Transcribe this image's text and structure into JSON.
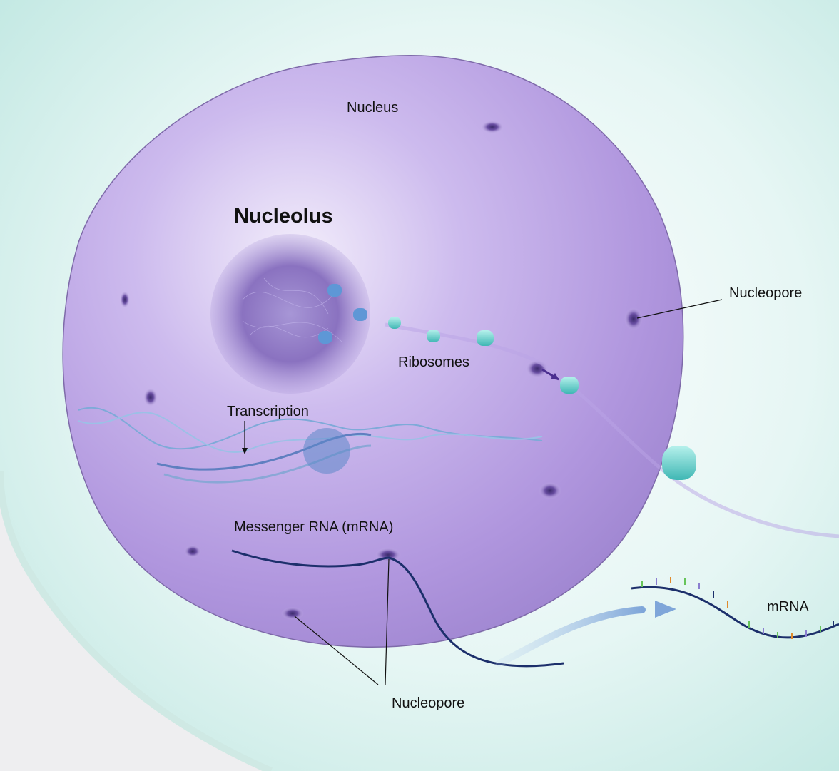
{
  "labels": {
    "nucleus": "Nucleus",
    "nucleolus": "Nucleolus",
    "nucleopore_right": "Nucleopore",
    "ribosomes": "Ribosomes",
    "transcription": "Transcription",
    "messenger_rna": "Messenger RNA (mRNA)",
    "mrna": "mRNA",
    "nucleopore_bottom": "Nucleopore"
  },
  "colors": {
    "cytoplasm": "#c9ece8",
    "nucleus": "#b49ae0",
    "nucleolus": "#8e76c4",
    "ribosome": "#6fd6cf",
    "mrna_strand": "#1c2f6b",
    "dna": "#6b9fd1"
  }
}
